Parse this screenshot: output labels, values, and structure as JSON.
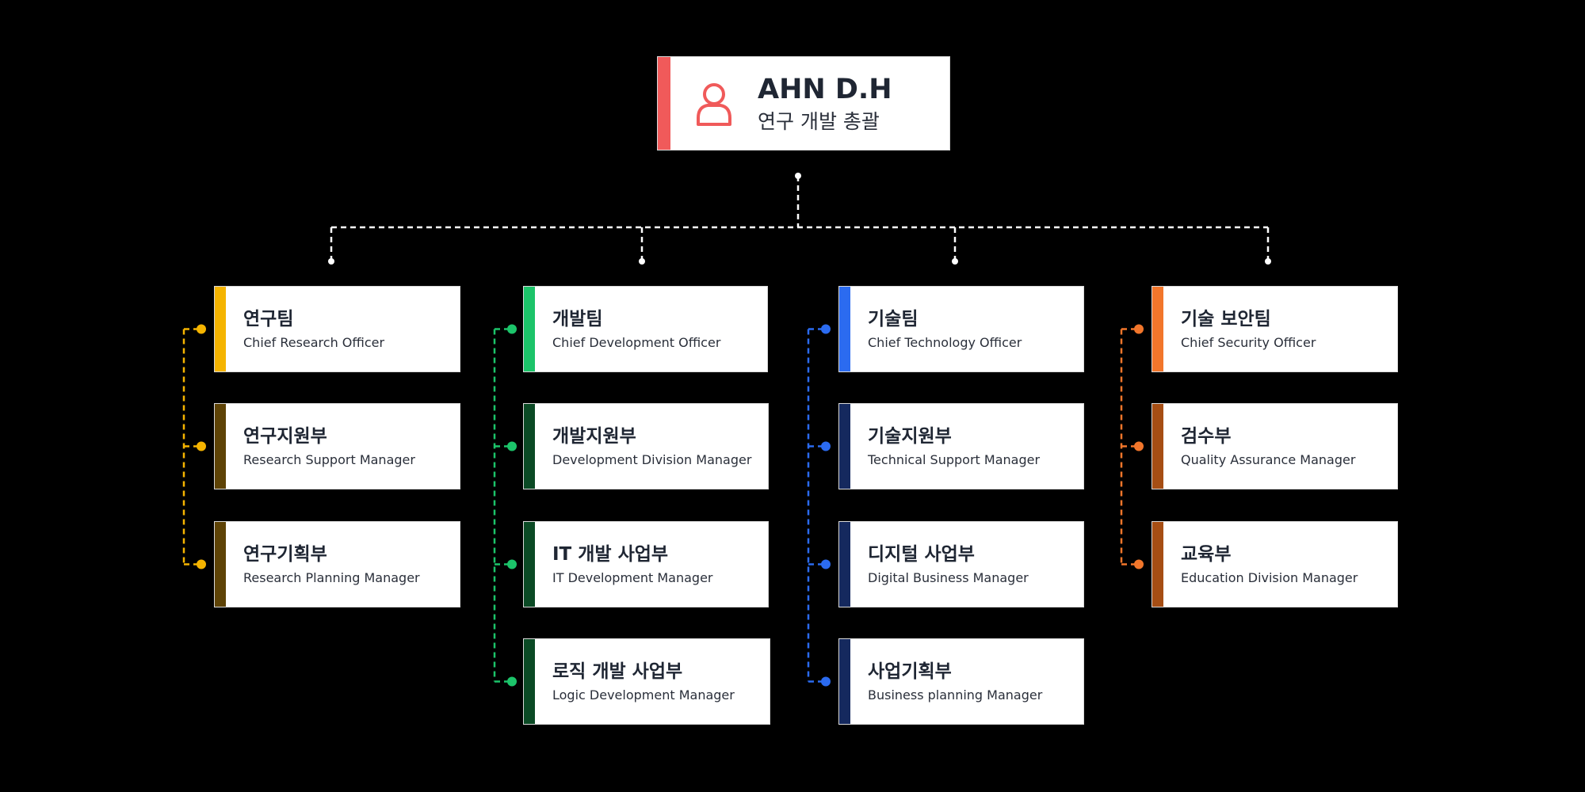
{
  "head": {
    "name": "AHN D.H",
    "role": "연구 개발 총괄",
    "color": "#F05A5A",
    "icon": "person-icon"
  },
  "teams": [
    {
      "key": "research",
      "line_color": "#F5B400",
      "cards": [
        {
          "title": "연구팀",
          "subtitle": "Chief Research Officer",
          "color": "#F5B400"
        },
        {
          "title": "연구지원부",
          "subtitle": "Research Support Manager",
          "color": "#5E4306"
        },
        {
          "title": "연구기획부",
          "subtitle": "Research Planning Manager",
          "color": "#5E4306"
        }
      ]
    },
    {
      "key": "development",
      "line_color": "#1CC46A",
      "cards": [
        {
          "title": "개발팀",
          "subtitle": "Chief Development Officer",
          "color": "#1CC46A"
        },
        {
          "title": "개발지원부",
          "subtitle": "Development Division Manager",
          "color": "#0B4A25"
        },
        {
          "title": "IT 개발 사업부",
          "subtitle": "IT Development Manager",
          "color": "#0B4A25"
        },
        {
          "title": "로직 개발 사업부",
          "subtitle": "Logic Development Manager",
          "color": "#0B4A25"
        }
      ]
    },
    {
      "key": "technology",
      "line_color": "#2B6BF0",
      "cards": [
        {
          "title": "기술팀",
          "subtitle": "Chief Technology Officer",
          "color": "#2B6BF0"
        },
        {
          "title": "기술지원부",
          "subtitle": "Technical Support Manager",
          "color": "#15295E"
        },
        {
          "title": "디지털 사업부",
          "subtitle": "Digital Business Manager",
          "color": "#15295E"
        },
        {
          "title": "사업기획부",
          "subtitle": "Business planning Manager",
          "color": "#15295E"
        }
      ]
    },
    {
      "key": "security",
      "line_color": "#F2762B",
      "cards": [
        {
          "title": "기술 보안팀",
          "subtitle": "Chief Security Officer",
          "color": "#F2762B"
        },
        {
          "title": "검수부",
          "subtitle": "Quality Assurance Manager",
          "color": "#A64E14"
        },
        {
          "title": "교육부",
          "subtitle": "Education Division Manager",
          "color": "#A64E14"
        }
      ]
    }
  ],
  "connector_color": "#FFFFFF"
}
